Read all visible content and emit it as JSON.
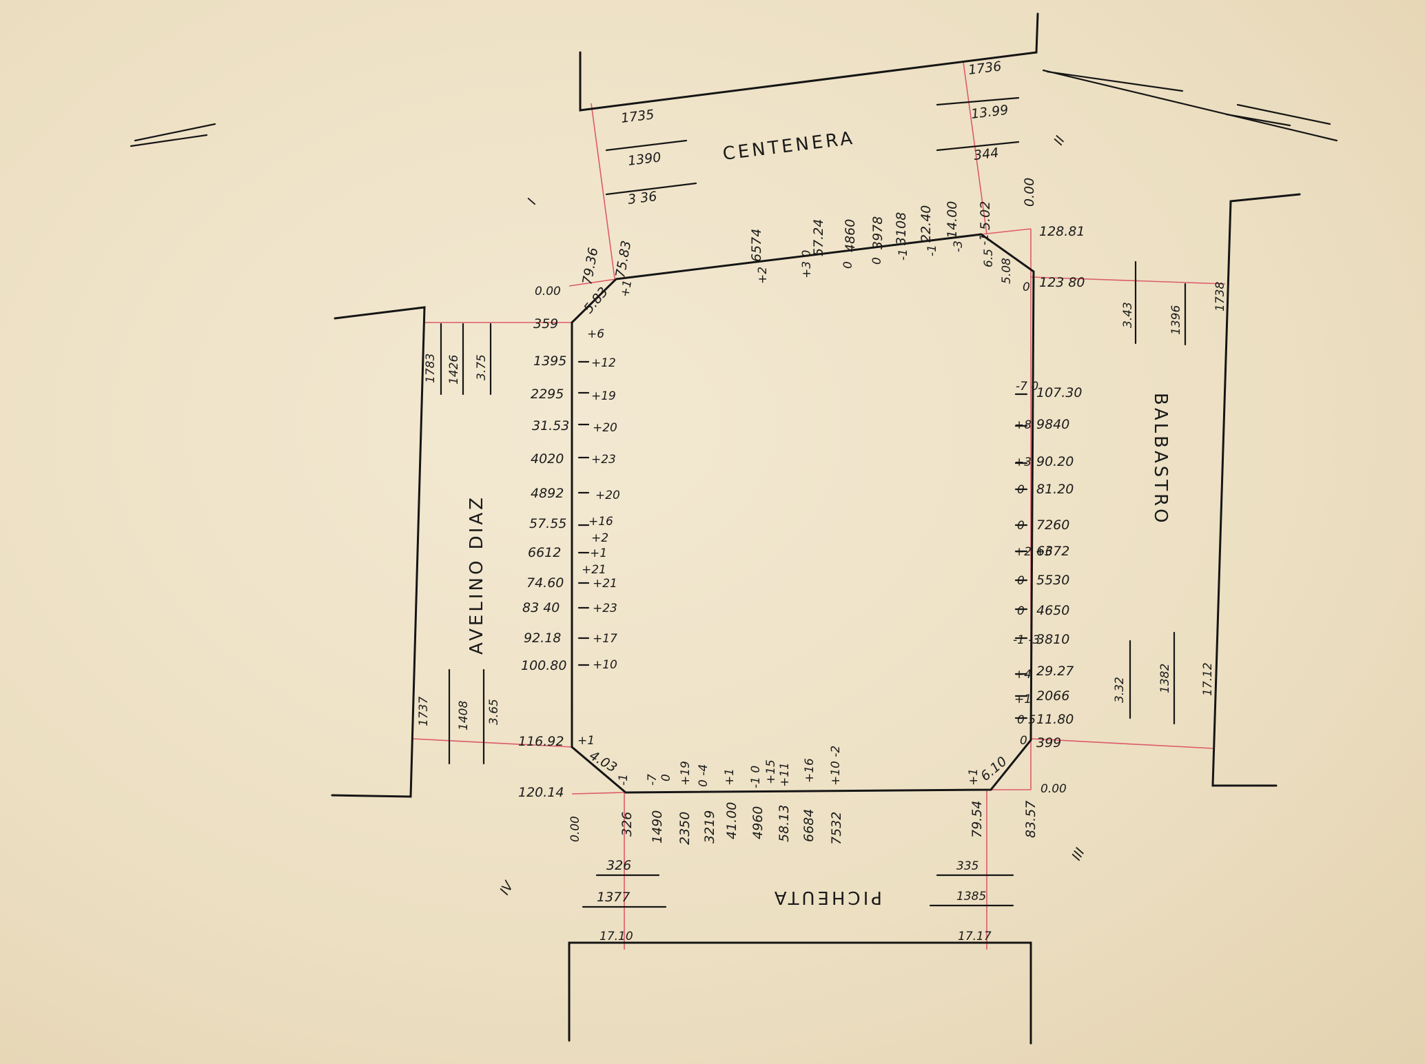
{
  "streets": {
    "north": "CENTENERA",
    "east": "BALBASTRO",
    "south": "PICHEUTA",
    "west": "AVELINO DIAZ"
  },
  "corner_marks": {
    "nw": "I",
    "ne": "II",
    "se": "III",
    "sw": "IV"
  },
  "north_side": {
    "left_stack": [
      "1735",
      "1390",
      "3 36"
    ],
    "right_stack": [
      "1736",
      "13.99",
      "344"
    ],
    "chainage": [
      "6574",
      "57.24",
      "4860",
      "3978",
      "3108",
      "22.40",
      "14.00",
      "5.02",
      "0.00"
    ],
    "offsets": [
      "+2",
      "+3 0",
      "0",
      "0",
      "-1",
      "-1",
      "-3",
      "-1"
    ],
    "corner_left": [
      "79.36",
      "75.83",
      "+1"
    ],
    "corner_right": [
      "128.81",
      "5.08",
      "6.5",
      "0",
      "123 80"
    ]
  },
  "west_side": {
    "stack_top": [
      "1783",
      "1426",
      "3.75"
    ],
    "stack_bottom": [
      "1737",
      "1408",
      "3.65"
    ],
    "rows": [
      {
        "chain": "0.00",
        "offset": ""
      },
      {
        "chain": "359",
        "offset": "+6"
      },
      {
        "chain": "1395",
        "offset": "+12"
      },
      {
        "chain": "2295",
        "offset": "+19"
      },
      {
        "chain": "31.53",
        "offset": "+20"
      },
      {
        "chain": "4020",
        "offset": "+23"
      },
      {
        "chain": "4892",
        "offset": "+20"
      },
      {
        "chain": "57.55",
        "offset": "+16"
      },
      {
        "chain": "6612",
        "offset": "+2"
      },
      {
        "chain": "74.60",
        "offset": "+21"
      },
      {
        "chain": "83 40",
        "offset": "+23"
      },
      {
        "chain": "92.18",
        "offset": "+17"
      },
      {
        "chain": "100.80",
        "offset": "+10"
      }
    ],
    "extra_offsets": [
      "+1",
      "+21"
    ],
    "corner_top": "5.83",
    "corner_bottom": [
      "116.92",
      "+1",
      "4.03",
      "120.14"
    ]
  },
  "east_side": {
    "stack_top": [
      "3.43",
      "1396",
      "1738"
    ],
    "stack_bottom": [
      "3.32",
      "1382",
      "17.12"
    ],
    "rows": [
      {
        "chain": "107.30",
        "offset": "-7 0"
      },
      {
        "chain": "9840",
        "offset": "+8"
      },
      {
        "chain": "90.20",
        "offset": "+3"
      },
      {
        "chain": "81.20",
        "offset": "0"
      },
      {
        "chain": "7260",
        "offset": "0"
      },
      {
        "chain": "6372",
        "offset": "+2 +6"
      },
      {
        "chain": "5530",
        "offset": "0"
      },
      {
        "chain": "4650",
        "offset": "0"
      },
      {
        "chain": "3810",
        "offset": "-1 -3"
      },
      {
        "chain": "29.27",
        "offset": "+4"
      },
      {
        "chain": "2066",
        "offset": "+1"
      },
      {
        "chain": "11.80",
        "offset": "0 5"
      },
      {
        "chain": "399",
        "offset": "0"
      },
      {
        "chain": "0.00",
        "offset": ""
      }
    ]
  },
  "south_side": {
    "chainage": [
      "0.00",
      "326",
      "1490",
      "2350",
      "3219",
      "41.00",
      "4960",
      "58.13",
      "6684",
      "7532",
      "79.54",
      "83.57"
    ],
    "offsets": [
      "-1",
      "-7",
      "0",
      "+19",
      "0 -4",
      "+1",
      "-1 0",
      "+15",
      "+11",
      "+16",
      "+10 -2"
    ],
    "corner_right": [
      "6.10",
      "+1"
    ],
    "left_stack": [
      "326",
      "1377",
      "17.10"
    ],
    "right_stack": [
      "335",
      "1385",
      "17.17"
    ]
  }
}
